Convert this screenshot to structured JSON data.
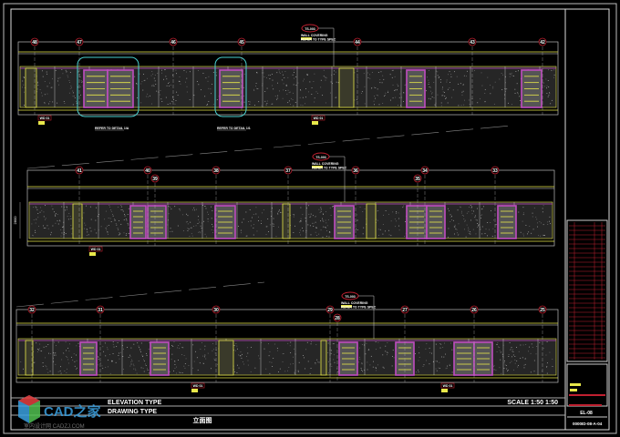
{
  "drawing": {
    "rows": [
      {
        "grids": [
          "48",
          "47",
          "46",
          "45",
          "44",
          "43",
          "42"
        ],
        "tag": "TS-003",
        "note1": "WALL COVERING",
        "note2": "REFER TO TYPE SPEC",
        "callouts": [
          "REFER TO DETAIL 1/A",
          "REFER TO DETAIL 1/1"
        ]
      },
      {
        "grids": [
          "41",
          "40",
          "39",
          "38",
          "37",
          "36",
          "35",
          "34",
          "33"
        ],
        "tag": "TS-003",
        "note1": "WALL COVERING",
        "note2": "REFER TO TYPE SPEC",
        "callouts": []
      },
      {
        "grids": [
          "32",
          "31",
          "30",
          "29",
          "28",
          "27",
          "26",
          "25"
        ],
        "tag": "TS-003",
        "note1": "WALL COVERING",
        "note2": "REFER TO TYPE SPEC",
        "callouts": []
      }
    ],
    "section_tags": [
      "WD 01",
      "WD 01",
      "WD 01",
      "WD 01",
      "WD 01"
    ],
    "dimension": "2800"
  },
  "footer": {
    "elevation_type": "ELEVATION TYPE",
    "drawing_type": "DRAWING TYPE",
    "title_cn": "立面图",
    "scale": "SCALE 1:50  1:50"
  },
  "title_block": {
    "sheet_code": "EL-08",
    "number": "0000",
    "drawing_no": "ID-08-A-04"
  },
  "watermark": {
    "brand": "CAD之家",
    "site": "室内设计网 CADZJ.COM"
  },
  "colors": {
    "bg": "#000000",
    "frame": "#ffffff",
    "door": "#c04cc0",
    "yellow": "#e8e84a",
    "cyan": "#4ad0d0",
    "red": "#c02030"
  }
}
